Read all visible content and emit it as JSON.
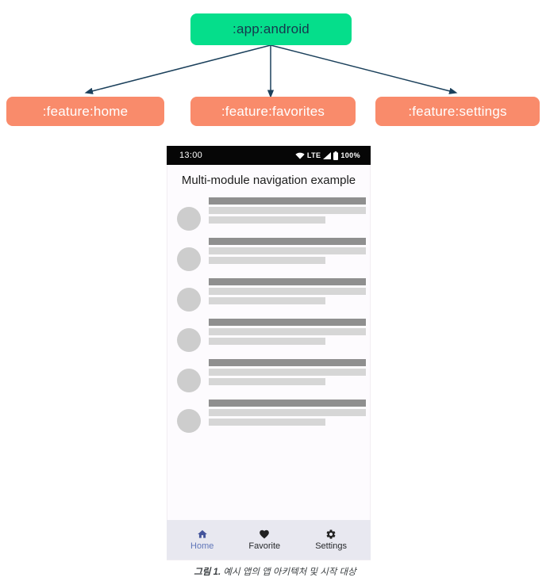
{
  "diagram": {
    "root_module": ":app:android",
    "feature_modules": [
      ":feature:home",
      ":feature:favorites",
      ":feature:settings"
    ]
  },
  "phone": {
    "status_bar": {
      "time": "13:00",
      "network": "LTE",
      "battery_percent": "100%"
    },
    "title": "Multi-module navigation example",
    "list_item_count": 6,
    "bottom_nav": [
      {
        "label": "Home",
        "icon": "home-icon",
        "selected": true
      },
      {
        "label": "Favorite",
        "icon": "heart-icon",
        "selected": false
      },
      {
        "label": "Settings",
        "icon": "gear-icon",
        "selected": false
      }
    ]
  },
  "figure": {
    "caption_label": "그림 1.",
    "caption_text": "예시 앱의 앱 아키텍처 및 시작 대상"
  },
  "colors": {
    "root_module_bg": "#05DE8B",
    "feature_module_bg": "#F98B6B",
    "module_text_dark": "#16384E",
    "module_text_light": "#FFFFFF",
    "arrow": "#1C415C",
    "status_bar_bg": "#060606",
    "screen_bg": "#FDFBFE",
    "nav_bg": "#E8E8F0",
    "nav_selected_icon": "#44549B",
    "nav_selected_label": "#6076B9",
    "nav_unselected": "#222222",
    "bar_dark": "#8F8F8F",
    "bar_light": "#D6D6D6",
    "avatar_bg": "#CDCDCD"
  }
}
